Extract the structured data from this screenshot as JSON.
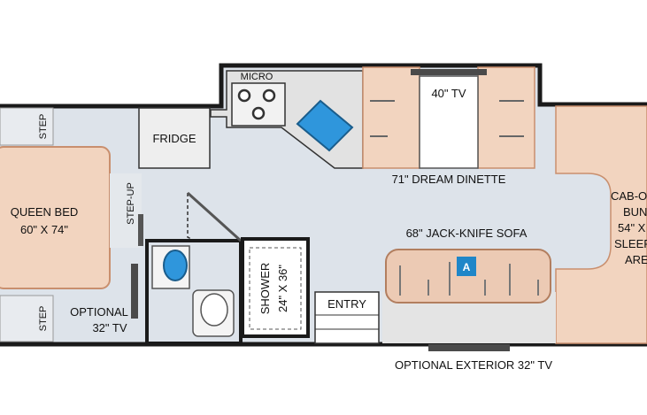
{
  "labels": {
    "micro": "MICRO",
    "tv_dinette": "40\" TV",
    "fridge": "FRIDGE",
    "step_top": "STEP",
    "step_bottom": "STEP",
    "step_up": "STEP-UP",
    "queen_bed_line1": "QUEEN BED",
    "queen_bed_line2": "60\" X 74\"",
    "optional_tv_line1": "OPTIONAL",
    "optional_tv_line2": "32\" TV",
    "shower_line1": "SHOWER",
    "shower_line2": "24\" X 36\"",
    "entry": "ENTRY",
    "dinette": "71\" DREAM DINETTE",
    "sofa": "68\" JACK-KNIFE SOFA",
    "sofa_marker": "A",
    "cab_line1": "CAB-O",
    "cab_line2": "BUN",
    "cab_line3": "54\" X",
    "cab_line4": "SLEEP",
    "cab_line5": "ARE",
    "exterior_tv": "OPTIONAL EXTERIOR 32\" TV"
  },
  "colors": {
    "floor": "#dde3ea",
    "wall": "#1a1a1a",
    "bed": "#f2d4bf",
    "bed_edge": "#c98f6e",
    "counter": "#e2e2e2",
    "sink": "#2f96dc",
    "marker": "#1f86c8",
    "sofa": "#eccab4",
    "tv_frame": "#4a4a4a"
  }
}
